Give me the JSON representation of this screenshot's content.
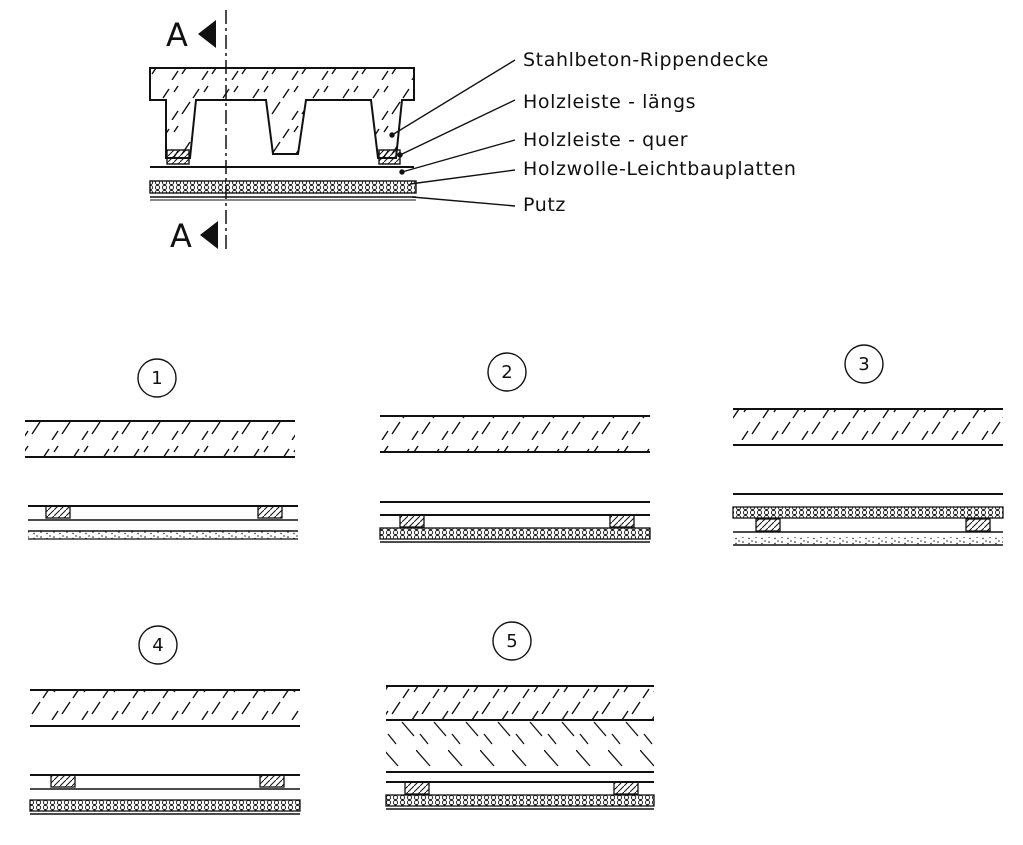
{
  "section_marker": {
    "letter": "A"
  },
  "labels": [
    {
      "id": "stahlbeton",
      "text": "Stahlbeton-Rippendecke"
    },
    {
      "id": "laengs",
      "text": "Holzleiste - längs"
    },
    {
      "id": "quer",
      "text": "Holzleiste - quer"
    },
    {
      "id": "holzwolle",
      "text": "Holzwolle-Leichtbauplatten"
    },
    {
      "id": "putz",
      "text": "Putz"
    }
  ],
  "variants": [
    {
      "number": "1",
      "layers": [
        "slab",
        "battens",
        "plaster"
      ]
    },
    {
      "number": "2",
      "layers": [
        "slab",
        "battens",
        "woolboard"
      ]
    },
    {
      "number": "3",
      "layers": [
        "slab",
        "woolboard",
        "battens",
        "plaster"
      ]
    },
    {
      "number": "4",
      "layers": [
        "slab",
        "battens",
        "woolboard"
      ]
    },
    {
      "number": "5",
      "layers": [
        "slab",
        "insulation",
        "battens",
        "woolboard"
      ]
    }
  ],
  "colors": {
    "ink": "#111111",
    "background": "#ffffff"
  }
}
